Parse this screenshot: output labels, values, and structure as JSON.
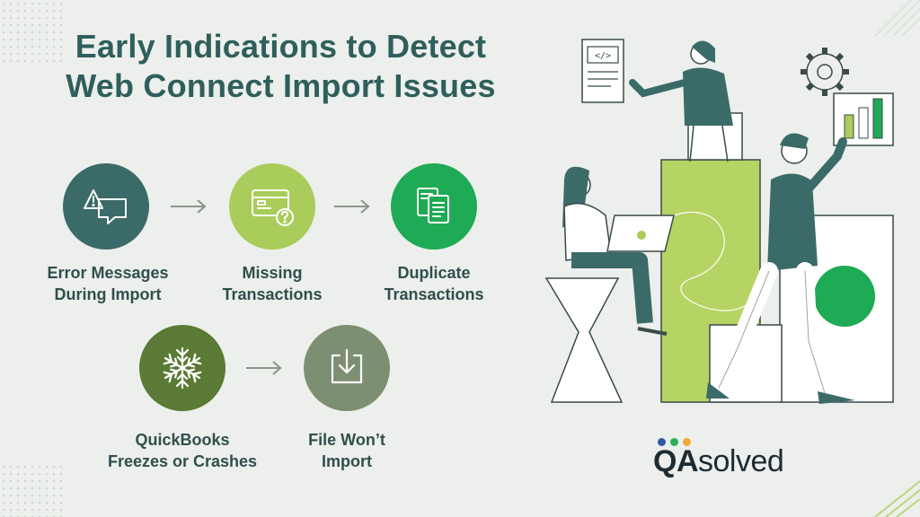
{
  "title": {
    "line1": "Early Indications to Detect",
    "line2": "Web Connect Import Issues"
  },
  "steps": [
    {
      "line1": "Error Messages",
      "line2": "During Import",
      "icon": "warning-chat-icon",
      "color": "#3b6b68"
    },
    {
      "line1": "Missing",
      "line2": "Transactions",
      "icon": "card-question-icon",
      "color": "#a9cc5a"
    },
    {
      "line1": "Duplicate",
      "line2": "Transactions",
      "icon": "duplicate-docs-icon",
      "color": "#1faa55"
    },
    {
      "line1": "QuickBooks",
      "line2": "Freezes or Crashes",
      "icon": "snowflake-icon",
      "color": "#5a7a35"
    },
    {
      "line1": "File Won’t",
      "line2": "Import",
      "icon": "import-tray-icon",
      "color": "#7d8f72"
    }
  ],
  "logo": {
    "part1": "QA",
    "part2": "solved",
    "dot_colors": [
      "#2c5aa8",
      "#2fae5e",
      "#f2a933"
    ]
  }
}
